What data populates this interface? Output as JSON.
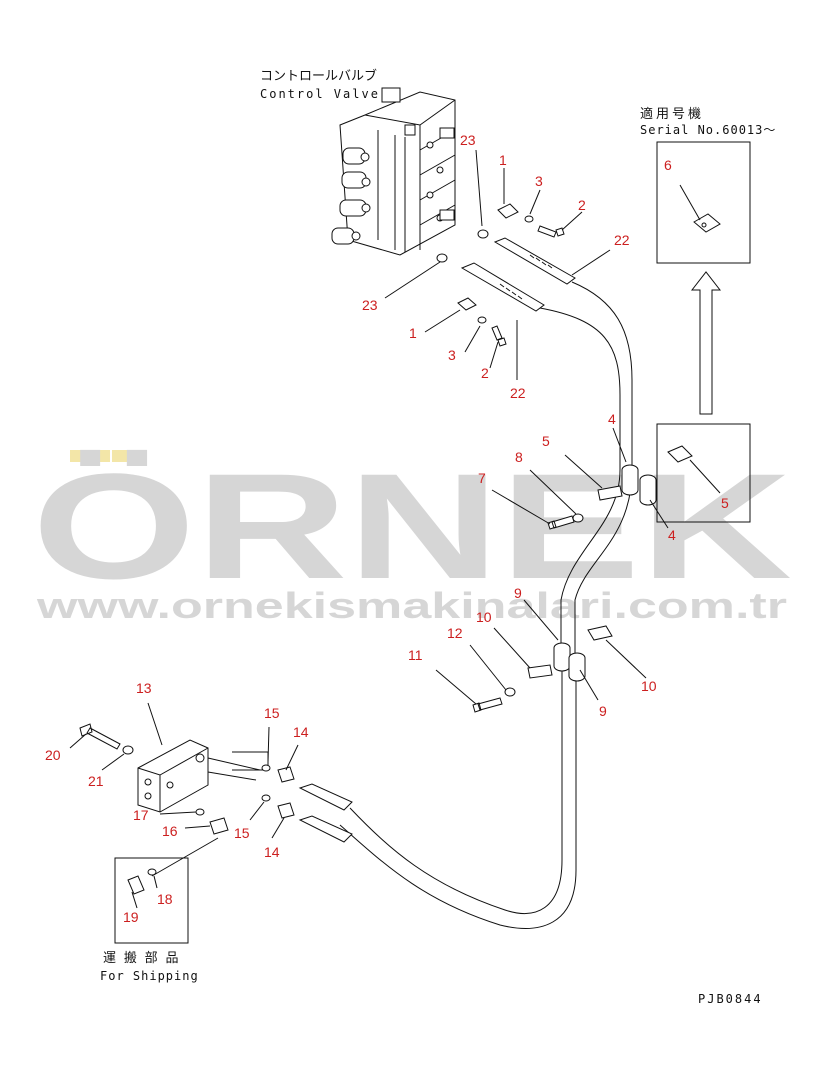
{
  "header": {
    "valve_jp": "コントロールバルブ",
    "valve_en": "Control Valve",
    "serial_jp": "適用号機",
    "serial_en": "Serial No.60013〜"
  },
  "shipping": {
    "jp": "運 搬 部 品",
    "en": "For Shipping"
  },
  "drawing_code": "PJB0844",
  "watermark": {
    "brand": "ÖRNEK",
    "url": "www.ornekismakinalari.com.tr"
  },
  "colors": {
    "label": "#cc1f1f",
    "watermark": "#d6d6d6",
    "watermark_accent": "#f3e6a8",
    "line": "#111111"
  },
  "callouts": {
    "c23a": "23",
    "c1a": "1",
    "c3a": "3",
    "c2a": "2",
    "c22a": "22",
    "c23b": "23",
    "c1b": "1",
    "c3b": "3",
    "c2b": "2",
    "c22b": "22",
    "c6": "6",
    "c5a": "5",
    "c4a": "4",
    "c5b": "5",
    "c8": "8",
    "c7": "7",
    "c4b": "4",
    "c9a": "9",
    "c10a": "10",
    "c12": "12",
    "c11": "11",
    "c10b": "10",
    "c9b": "9",
    "c13": "13",
    "c15a": "15",
    "c14a": "14",
    "c20": "20",
    "c21": "21",
    "c17": "17",
    "c16": "16",
    "c15b": "15",
    "c14b": "14",
    "c18": "18",
    "c19": "19"
  }
}
